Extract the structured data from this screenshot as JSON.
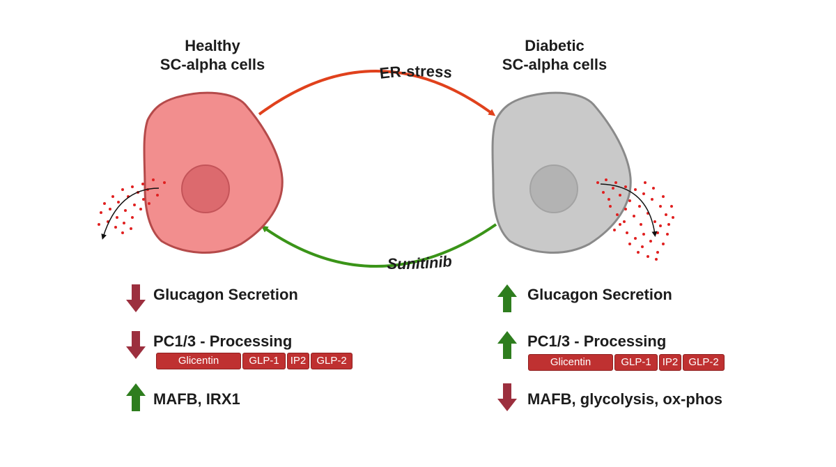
{
  "healthy": {
    "title_line1": "Healthy",
    "title_line2": "SC-alpha cells",
    "rows": [
      {
        "direction": "down",
        "label": "Glucagon Secretion"
      },
      {
        "direction": "down",
        "label": "PC1/3 - Processing"
      },
      {
        "direction": "up",
        "label": "MAFB, IRX1"
      }
    ]
  },
  "diabetic": {
    "title_line1": "Diabetic",
    "title_line2": "SC-alpha cells",
    "rows": [
      {
        "direction": "up",
        "label": "Glucagon Secretion"
      },
      {
        "direction": "up",
        "label": "PC1/3 - Processing"
      },
      {
        "direction": "down",
        "label": "MAFB, glycolysis, ox-phos"
      }
    ]
  },
  "transitions": {
    "forward": "ER-stress",
    "reverse": "Sunitinib"
  },
  "peptides": [
    "Glicentin",
    "GLP-1",
    "IP2",
    "GLP-2"
  ],
  "colors": {
    "healthy_cell": "#f28e8e",
    "healthy_border": "#b54a4a",
    "diabetic_cell": "#c9c9c9",
    "diabetic_border": "#8a8a8a",
    "er_stress_arrow": "#e0411c",
    "sunitinib_arrow": "#3a9418",
    "up_arrow": "#2e7d1e",
    "down_arrow": "#9c2f3e",
    "peptide_box": "#bf3131",
    "granules": "#e02020"
  }
}
